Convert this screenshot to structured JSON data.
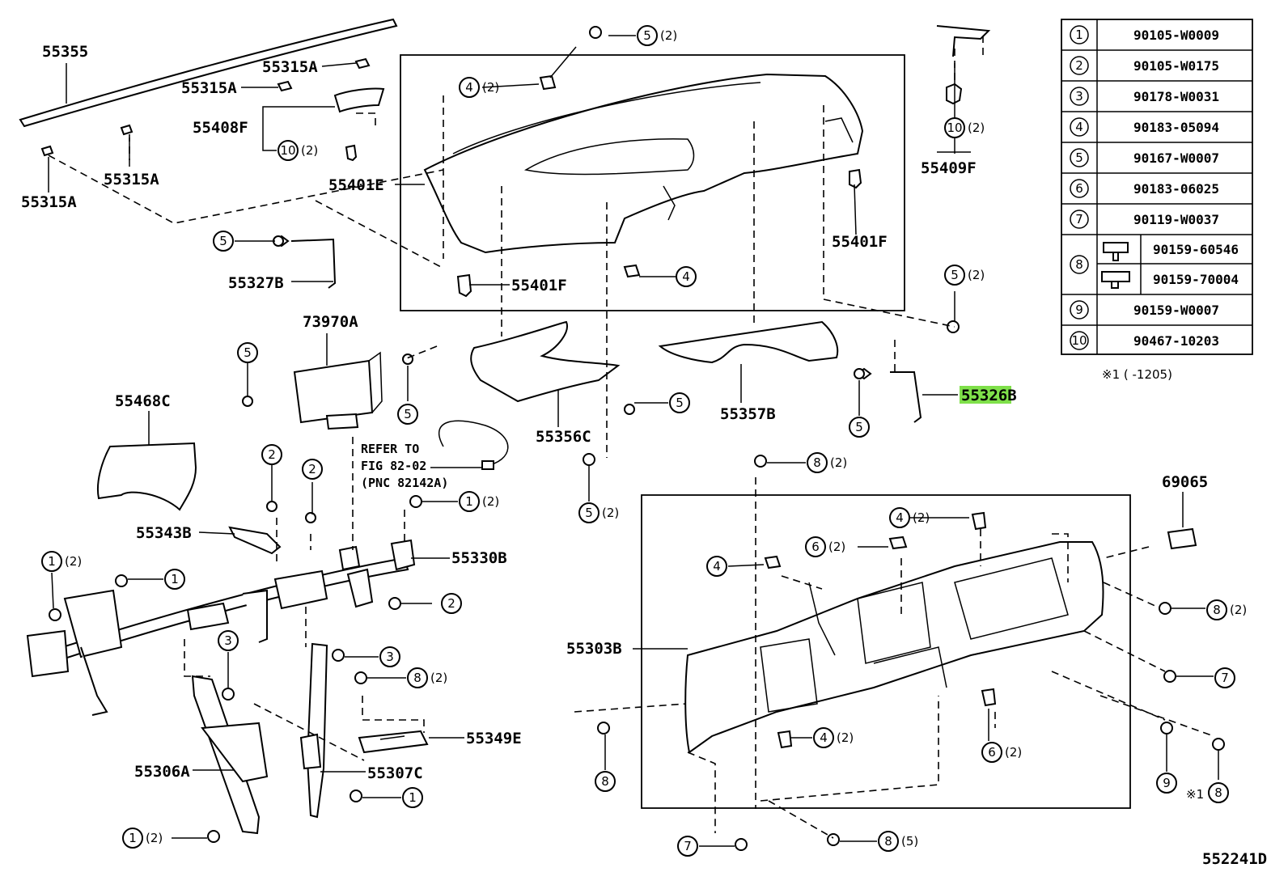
{
  "diagram_id": "552241D",
  "parts": {
    "p55355": "55355",
    "p55315A_1": "55315A",
    "p55315A_2": "55315A",
    "p55315A_3": "55315A",
    "p55315A_4": "55315A",
    "p55408F": "55408F",
    "p55401E": "55401E",
    "p55401F_1": "55401F",
    "p55401F_2": "55401F",
    "p55409F": "55409F",
    "p55327B": "55327B",
    "p73970A": "73970A",
    "p55468C": "55468C",
    "p55356C": "55356C",
    "p55357B": "55357B",
    "p55326B": "55326B",
    "p55343B": "55343B",
    "p55330B": "55330B",
    "p55303B": "55303B",
    "p69065": "69065",
    "p55349E": "55349E",
    "p55307C": "55307C",
    "p55306A": "55306A"
  },
  "refer_note": {
    "line1": "REFER TO",
    "line2": "FIG 82-02",
    "line3": "(PNC 82142A)"
  },
  "callouts": {
    "n1": "1",
    "n2": "2",
    "n3": "3",
    "n4": "4",
    "n5": "5",
    "n6": "6",
    "n7": "7",
    "n8": "8",
    "n9": "9",
    "n10": "10",
    "q2": "(2)",
    "q5": "(5)"
  },
  "star_label": "※1",
  "table": {
    "rows": [
      {
        "num": "1",
        "part": "90105-W0009"
      },
      {
        "num": "2",
        "part": "90105-W0175"
      },
      {
        "num": "3",
        "part": "90178-W0031"
      },
      {
        "num": "4",
        "part": "90183-05094"
      },
      {
        "num": "5",
        "part": "90167-W0007"
      },
      {
        "num": "6",
        "part": "90183-06025"
      },
      {
        "num": "7",
        "part": "90119-W0037"
      },
      {
        "num": "8",
        "part_a": "90159-60546",
        "part_b": "90159-70004"
      },
      {
        "num": "9",
        "part": "90159-W0007"
      },
      {
        "num": "10",
        "part": "90467-10203"
      }
    ],
    "footnote": "※1 (    -1205)"
  },
  "colors": {
    "highlight": "#7fe04a",
    "line": "#000000",
    "background": "#ffffff"
  }
}
